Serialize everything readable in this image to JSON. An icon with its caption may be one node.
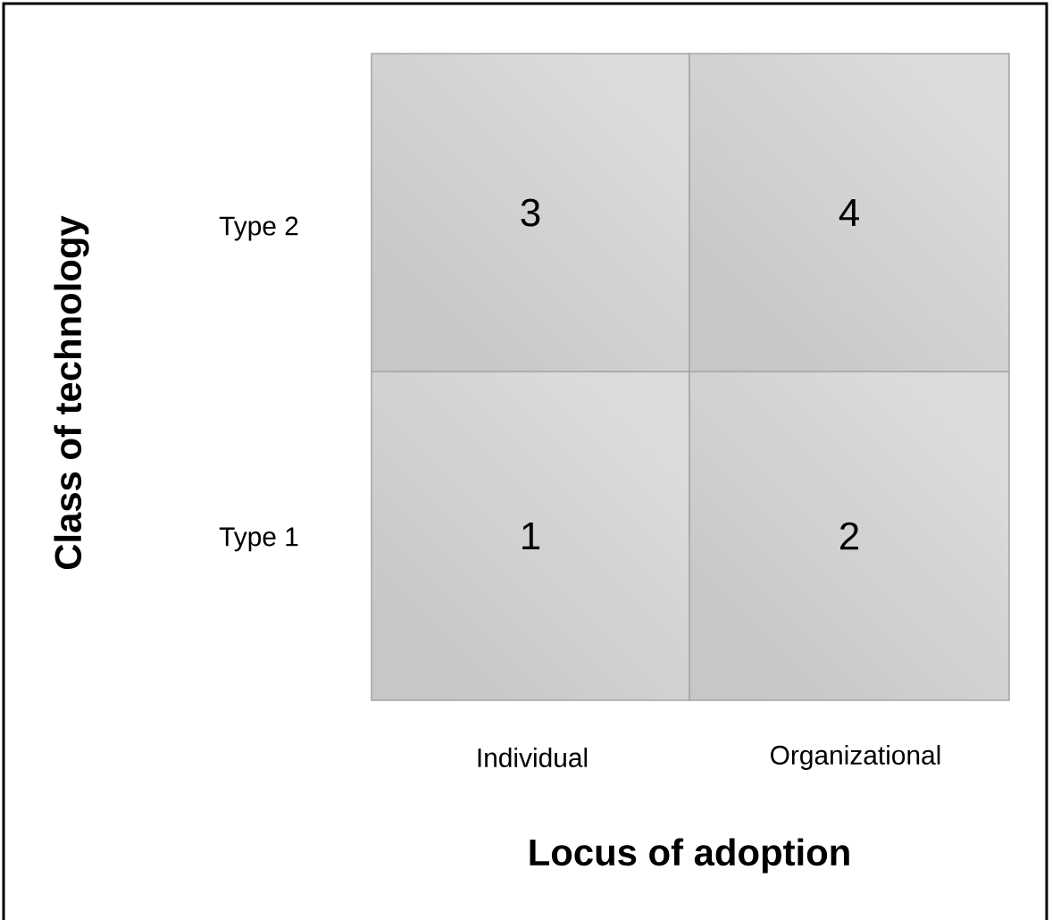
{
  "diagram": {
    "nodes": [
      {
        "text": [
          "3"
        ]
      },
      {
        "text": [
          "4"
        ]
      },
      {
        "text": [
          "1"
        ]
      },
      {
        "text": [
          "2"
        ]
      }
    ],
    "labels": [
      "Class of technology",
      "Type 2",
      "Type 1",
      "Individual",
      "Organizational",
      "Locus of adoption"
    ]
  }
}
